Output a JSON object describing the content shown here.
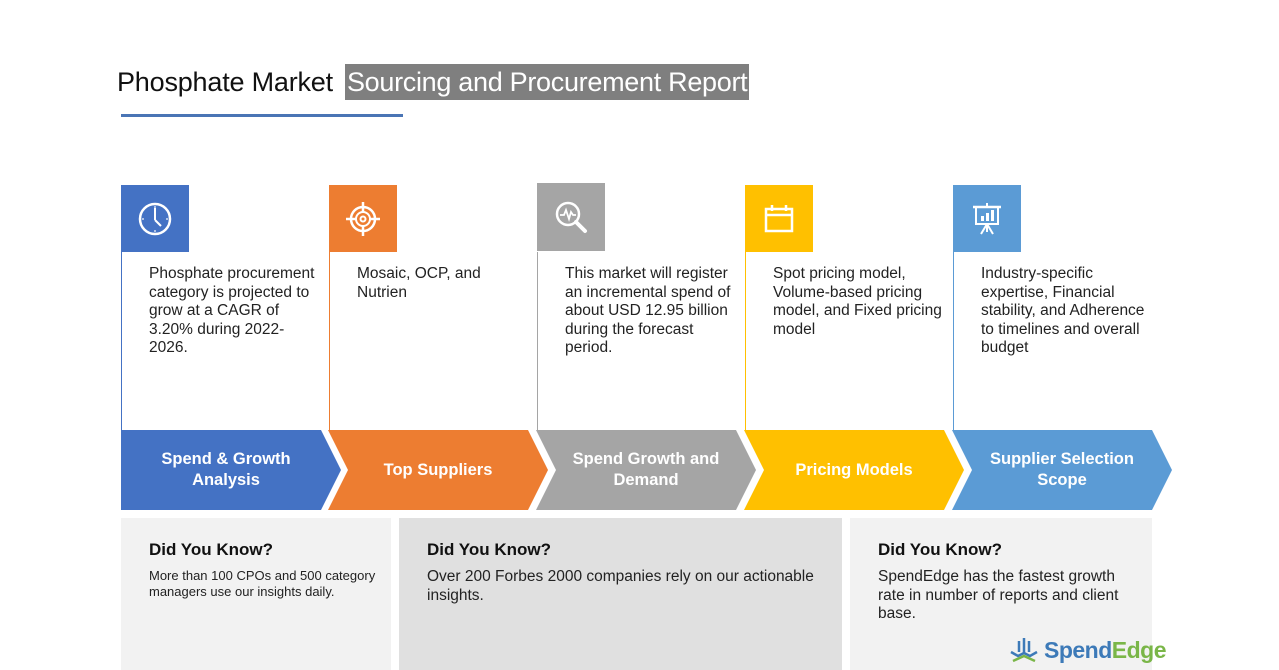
{
  "header": {
    "title_main": "Phosphate Market",
    "title_highlight": "Sourcing and Procurement Report"
  },
  "colors": {
    "blue": "#4472c4",
    "orange": "#ed7d31",
    "gray": "#a5a5a5",
    "yellow": "#ffc000",
    "light_blue": "#5b9bd5",
    "title_rule": "#4a75b5",
    "title_highlight_bg": "#7f7f7f"
  },
  "steps": [
    {
      "icon": "clock-icon",
      "color": "#4472c4",
      "text": "Phosphate procurement category is projected to grow at a CAGR of 3.20% during 2022-2026.",
      "label": "Spend & Growth Analysis"
    },
    {
      "icon": "target-icon",
      "color": "#ed7d31",
      "text": "Mosaic, OCP, and Nutrien",
      "label": "Top Suppliers"
    },
    {
      "icon": "magnifier-pulse-icon",
      "color": "#a5a5a5",
      "text": "This market will register an incremental spend of about USD 12.95 billion during the forecast period.",
      "label": "Spend Growth and Demand"
    },
    {
      "icon": "calendar-icon",
      "color": "#ffc000",
      "text": "Spot pricing model, Volume-based pricing model, and Fixed pricing model",
      "label": "Pricing Models"
    },
    {
      "icon": "presentation-chart-icon",
      "color": "#5b9bd5",
      "text": "Industry-specific expertise, Financial stability, and Adherence to timelines and overall budget",
      "label": "Supplier Selection Scope"
    }
  ],
  "did_you_know": [
    {
      "title": "Did You Know?",
      "text": "More than 100 CPOs and 500 category managers use our insights daily."
    },
    {
      "title": "Did You Know?",
      "text": "Over 200 Forbes 2000 companies rely on our actionable insights."
    },
    {
      "title": "Did You Know?",
      "text": "SpendEdge has the fastest growth rate in number of reports and client base."
    }
  ],
  "logo": {
    "part1": "Spend",
    "part2": "Edge"
  }
}
